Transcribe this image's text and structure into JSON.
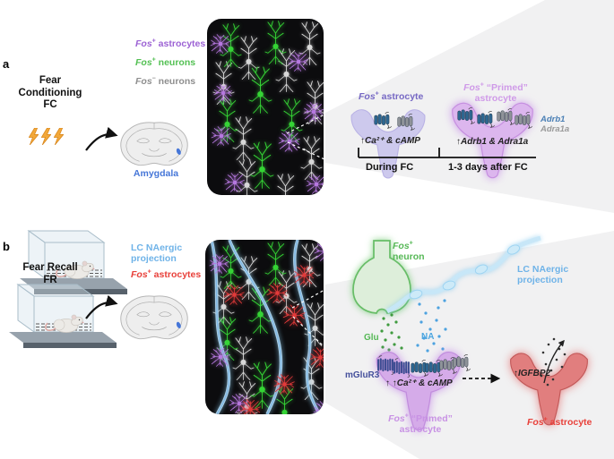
{
  "figure": {
    "panel_a": {
      "label": "a",
      "title": {
        "l1": "Fear",
        "l2": "Conditioning",
        "l3": "FC"
      },
      "legend": [
        {
          "gene": "Fos",
          "sup": "+",
          "rest": " astrocytes",
          "color": "#9c62d4"
        },
        {
          "gene": "Fos",
          "sup": "+",
          "rest": " neurons",
          "color": "#53c053"
        },
        {
          "gene": "Fos",
          "sup": "−",
          "rest": " neurons",
          "color": "#8e8e8e"
        }
      ],
      "brain_label": "Amygdala",
      "zoom": {
        "astrocyte1": {
          "gene": "Fos",
          "sup": "+",
          "rest": " astrocyte"
        },
        "astrocyte1_effect": "↑Ca²⁺ & cAMP",
        "astrocyte2": {
          "gene": "Fos",
          "sup": "+",
          "rest": " “Primed”",
          "line2": "astrocyte"
        },
        "astrocyte2_effect": "↑Adrb1 & Adra1a",
        "receptor_labels": [
          {
            "name": "Adrb1",
            "color": "#4a7fb5"
          },
          {
            "name": "Adra1a",
            "color": "#9a9a9a"
          }
        ],
        "timeline": {
          "phase1": "During FC",
          "phase2": "1-3 days after FC"
        }
      }
    },
    "panel_b": {
      "label": "b",
      "title": {
        "l1": "Fear Recall",
        "l2": "FR"
      },
      "legend": [
        {
          "line1": "LC NAergic",
          "line2": "projection",
          "color": "#6fb3e8"
        },
        {
          "gene": "Fos",
          "sup": "+",
          "rest": " astrocytes",
          "color": "#e8403a"
        }
      ],
      "zoom": {
        "neuron": {
          "gene": "Fos",
          "sup": "+",
          "line2": "neuron"
        },
        "projection": {
          "line1": "LC NAergic",
          "line2": "projection"
        },
        "glu": "Glu",
        "na": "NA",
        "mglur3": "mGluR3",
        "effect": "↑ ↑Ca²⁺ & cAMP",
        "primed": {
          "gene": "Fos",
          "sup": "+",
          "rest": " “Primed”",
          "line2": "astrocyte"
        },
        "igfbp2": "↑IGFBP2",
        "red_astrocyte": {
          "gene": "Fos",
          "sup": "+",
          "rest": " astrocyte"
        }
      }
    },
    "colors": {
      "fos_astrocyte_purple": "#9c62d4",
      "fos_neuron_green": "#53c053",
      "fos_negative_gray": "#8e8e8e",
      "lc_naergic_blue": "#6fb3e8",
      "fos_astrocyte_red": "#e8403a",
      "amygdala_blue": "#4576d8",
      "adrb1_blue": "#4a7fb5",
      "adra1a_gray": "#9a9a9a",
      "mglur3_navy": "#45509c",
      "callout_wedge_gray": "#f1f1f2"
    }
  }
}
